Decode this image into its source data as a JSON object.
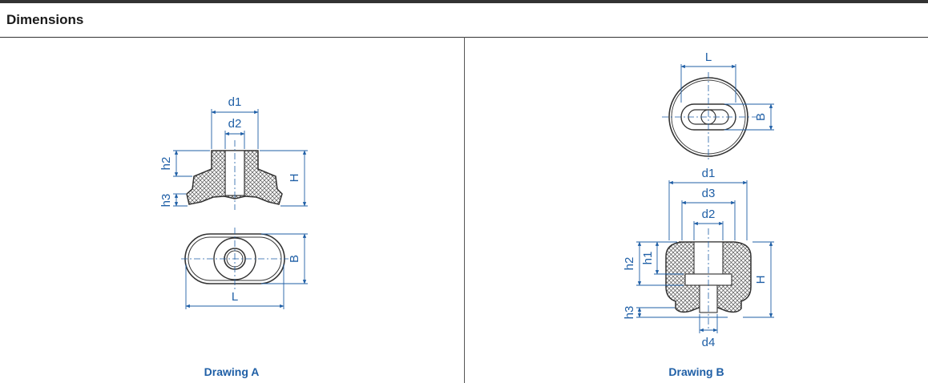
{
  "header": {
    "title": "Dimensions"
  },
  "drawing_a": {
    "caption": "Drawing A",
    "labels": {
      "d1": "d1",
      "d2": "d2",
      "h2": "h2",
      "h3": "h3",
      "H": "H",
      "B": "B",
      "L": "L"
    }
  },
  "drawing_b": {
    "caption": "Drawing B",
    "labels": {
      "L": "L",
      "B": "B",
      "d1": "d1",
      "d3": "d3",
      "d2": "d2",
      "h1": "h1",
      "h2": "h2",
      "H": "H",
      "h3": "h3",
      "d4": "d4"
    }
  },
  "colors": {
    "dimension": "#1f5fa6",
    "outline": "#333333",
    "centerline": "#1f5fa6"
  }
}
